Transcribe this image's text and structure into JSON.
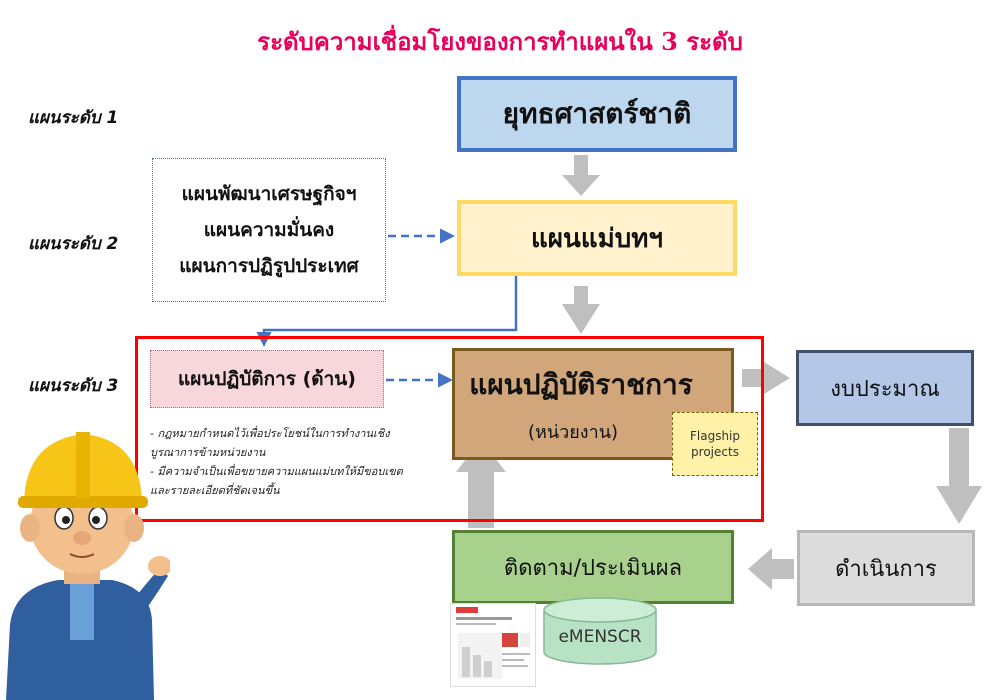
{
  "title": "ระดับความเชื่อมโยงของการทำแผนใน 3 ระดับ",
  "levels": [
    "แผนระดับ 1",
    "แผนระดับ 2",
    "แผนระดับ 3"
  ],
  "national_strategy": "ยุทธศาสตร์ชาติ",
  "master_plan": "แผนแม่บทฯ",
  "level2_plans": [
    "แผนพัฒนาเศรษฐกิจฯ",
    "แผนความมั่นคง",
    "แผนการปฏิรูปประเทศ"
  ],
  "sector_plan": "แผนปฏิบัติการ (ด้าน)",
  "gov_action_plan": {
    "title": "แผนปฏิบัติราชการ",
    "subtitle": "(หน่วยงาน)"
  },
  "flagship": "Flagship projects",
  "budget": "งบประมาณ",
  "operation": "ดำเนินการ",
  "monitoring": "ติดตาม/ประเมินผล",
  "system": "eMENSCR",
  "notes": [
    "- กฎหมายกำหนดไว้เพื่อประโยชน์ในการทำงานเชิงบูรณาการข้ามหน่วยงาน",
    "- มีความจำเป็นเพื่อขยายความแผนแม่บทให้มีขอบเขตและรายละเอียดที่ชัดเจนขึ้น"
  ],
  "colors": {
    "title": "#e8005a",
    "frame": "#ff0000",
    "arrow_gray": "#bfbfbf",
    "arrow_blue": "#4472c4"
  },
  "icons": [
    "worker-icon",
    "report-thumbnail-icon",
    "database-icon"
  ]
}
